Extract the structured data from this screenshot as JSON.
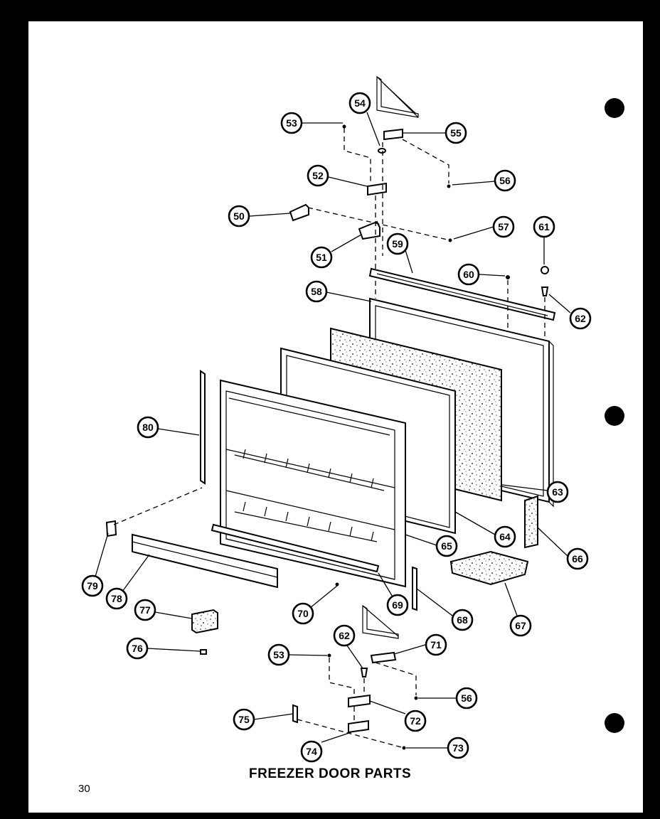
{
  "title": "FREEZER DOOR PARTS",
  "page_number": "30",
  "callouts": [
    {
      "id": "c53a",
      "label": "53"
    },
    {
      "id": "c54",
      "label": "54"
    },
    {
      "id": "c55",
      "label": "55"
    },
    {
      "id": "c56a",
      "label": "56"
    },
    {
      "id": "c52",
      "label": "52"
    },
    {
      "id": "c50",
      "label": "50"
    },
    {
      "id": "c57",
      "label": "57"
    },
    {
      "id": "c51",
      "label": "51"
    },
    {
      "id": "c59",
      "label": "59"
    },
    {
      "id": "c61",
      "label": "61"
    },
    {
      "id": "c60",
      "label": "60"
    },
    {
      "id": "c58",
      "label": "58"
    },
    {
      "id": "c62a",
      "label": "62"
    },
    {
      "id": "c80",
      "label": "80"
    },
    {
      "id": "c63",
      "label": "63"
    },
    {
      "id": "c64",
      "label": "64"
    },
    {
      "id": "c65",
      "label": "65"
    },
    {
      "id": "c66",
      "label": "66"
    },
    {
      "id": "c79",
      "label": "79"
    },
    {
      "id": "c78",
      "label": "78"
    },
    {
      "id": "c70",
      "label": "70"
    },
    {
      "id": "c69",
      "label": "69"
    },
    {
      "id": "c68",
      "label": "68"
    },
    {
      "id": "c67",
      "label": "67"
    },
    {
      "id": "c77",
      "label": "77"
    },
    {
      "id": "c76",
      "label": "76"
    },
    {
      "id": "c62b",
      "label": "62"
    },
    {
      "id": "c71",
      "label": "71"
    },
    {
      "id": "c53b",
      "label": "53"
    },
    {
      "id": "c56b",
      "label": "56"
    },
    {
      "id": "c75",
      "label": "75"
    },
    {
      "id": "c72",
      "label": "72"
    },
    {
      "id": "c74",
      "label": "74"
    },
    {
      "id": "c73",
      "label": "73"
    }
  ]
}
